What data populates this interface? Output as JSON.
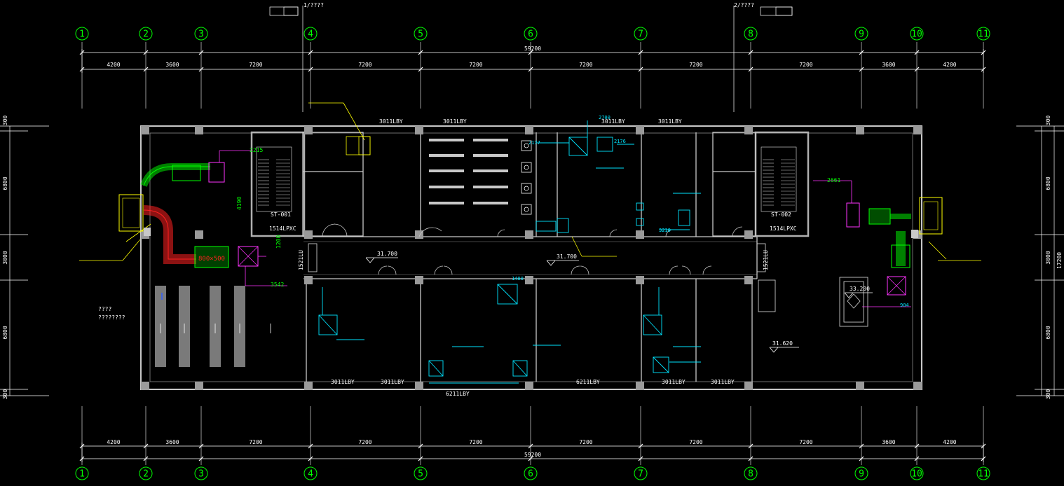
{
  "axes": {
    "labels": [
      "1",
      "2",
      "3",
      "4",
      "5",
      "6",
      "7",
      "8",
      "9",
      "10",
      "11"
    ],
    "color": "#00ff00"
  },
  "dimensions": {
    "total": "59200",
    "spans": [
      "4200",
      "3600",
      "7200",
      "7200",
      "7200",
      "7200",
      "7200",
      "7200",
      "3600",
      "4200"
    ],
    "left_vertical": [
      "300",
      "6800",
      "3000",
      "6800",
      "300"
    ],
    "right_vertical": [
      "300",
      "6800",
      "3000",
      "6800",
      "300"
    ],
    "right_total": "17200"
  },
  "section_marks": {
    "mark1": "1/????",
    "mark2": "2/????"
  },
  "equipment": {
    "louver_top_1": "3011LBY",
    "louver_top_2": "3011LBY",
    "louver_top_3": "3011LBY",
    "louver_top_4": "3011LBY",
    "louver_bottom_1": "3011LBY",
    "louver_bottom_2": "3011LBY",
    "louver_bottom_3": "6211LBY",
    "louver_bottom_4": "6211LBY",
    "louver_bottom_5": "3011LBY",
    "louver_bottom_6": "3011LBY",
    "stair_1": "ST-001",
    "stair_2": "ST-002",
    "door_1": "1514LPXC",
    "door_2": "1514LPXC",
    "side_1": "1521LU",
    "side_2": "1521LU",
    "duct_size": "800×500"
  },
  "elevations": {
    "e1": "31.700",
    "e2": "31.700",
    "e3": "33.200",
    "e4": "31.620"
  },
  "notes": {
    "left_1": "????",
    "left_2": "????????"
  },
  "small_dims": {
    "d1": "2215",
    "d2": "2661",
    "d3": "3542",
    "d4": "1200",
    "d5": "4190",
    "d6": "904",
    "d7": "1400",
    "d8": "2177",
    "d9": "2176",
    "d10": "3210",
    "d11": "2700"
  },
  "colors": {
    "wall": "#c8c8c8",
    "column": "#9a9a9a",
    "axis": "#00ff00",
    "cyan": "#00e5ff",
    "magenta": "#ff33ff",
    "yellow": "#ffff00",
    "red": "#ff2020"
  }
}
